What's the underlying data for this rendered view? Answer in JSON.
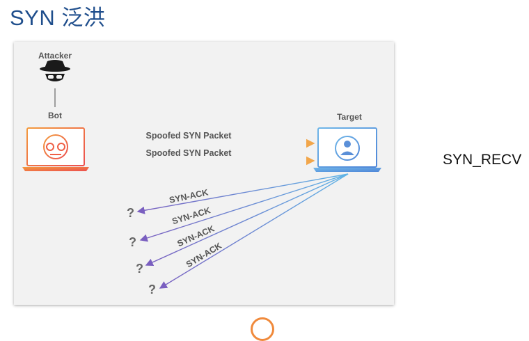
{
  "slide": {
    "title": "SYN 泛洪",
    "side_label": "SYN_RECV"
  },
  "diagram": {
    "attacker_label": "Attacker",
    "bot_label": "Bot",
    "target_label": "Target",
    "packets": [
      "Spoofed SYN Packet",
      "Spoofed SYN Packet"
    ],
    "responses": [
      "SYN-ACK",
      "SYN-ACK",
      "SYN-ACK",
      "SYN-ACK"
    ],
    "unknown_marks": [
      "?",
      "?",
      "?",
      "?"
    ],
    "colors": {
      "bot_accent": "#f0703c",
      "target_accent": "#5aa6e0",
      "response_arrow": "#7a6fc4",
      "label_text": "#555555",
      "title": "#1f4e8c"
    }
  }
}
